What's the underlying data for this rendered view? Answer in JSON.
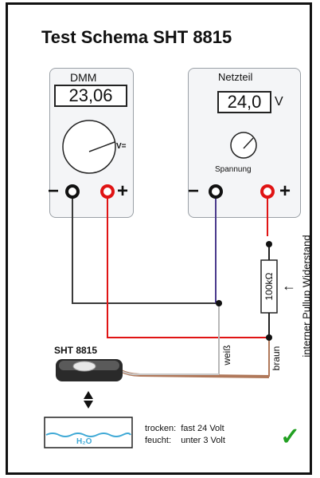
{
  "title": "Test Schema SHT 8815",
  "dmm": {
    "name": "DMM",
    "reading": "23,06",
    "meter_unit": "V=",
    "minus": "−",
    "plus": "+"
  },
  "psu": {
    "name": "Netzteil",
    "reading": "24,0",
    "unit": "V",
    "knob_label": "Spannung",
    "minus": "−",
    "plus": "+"
  },
  "resistor": {
    "value": "100kΩ",
    "annotation": "interner Pullup Widerstand",
    "arrow": "←"
  },
  "wires": {
    "white_label": "weiß",
    "brown_label": "braun"
  },
  "sensor": {
    "name": "SHT 8815",
    "probe_label": "H₂O"
  },
  "results": {
    "dry": "trocken:  fast 24 Volt",
    "wet": "feucht:    unter 3 Volt",
    "check": "✓"
  },
  "colors": {
    "wire_black": "#3a3a3a",
    "wire_red": "#e01414",
    "wire_blue": "#4a3a8c",
    "wire_white": "#b8b8b8",
    "wire_brown": "#b0785a",
    "check_green": "#22a022",
    "water": "#3fa9d6"
  }
}
